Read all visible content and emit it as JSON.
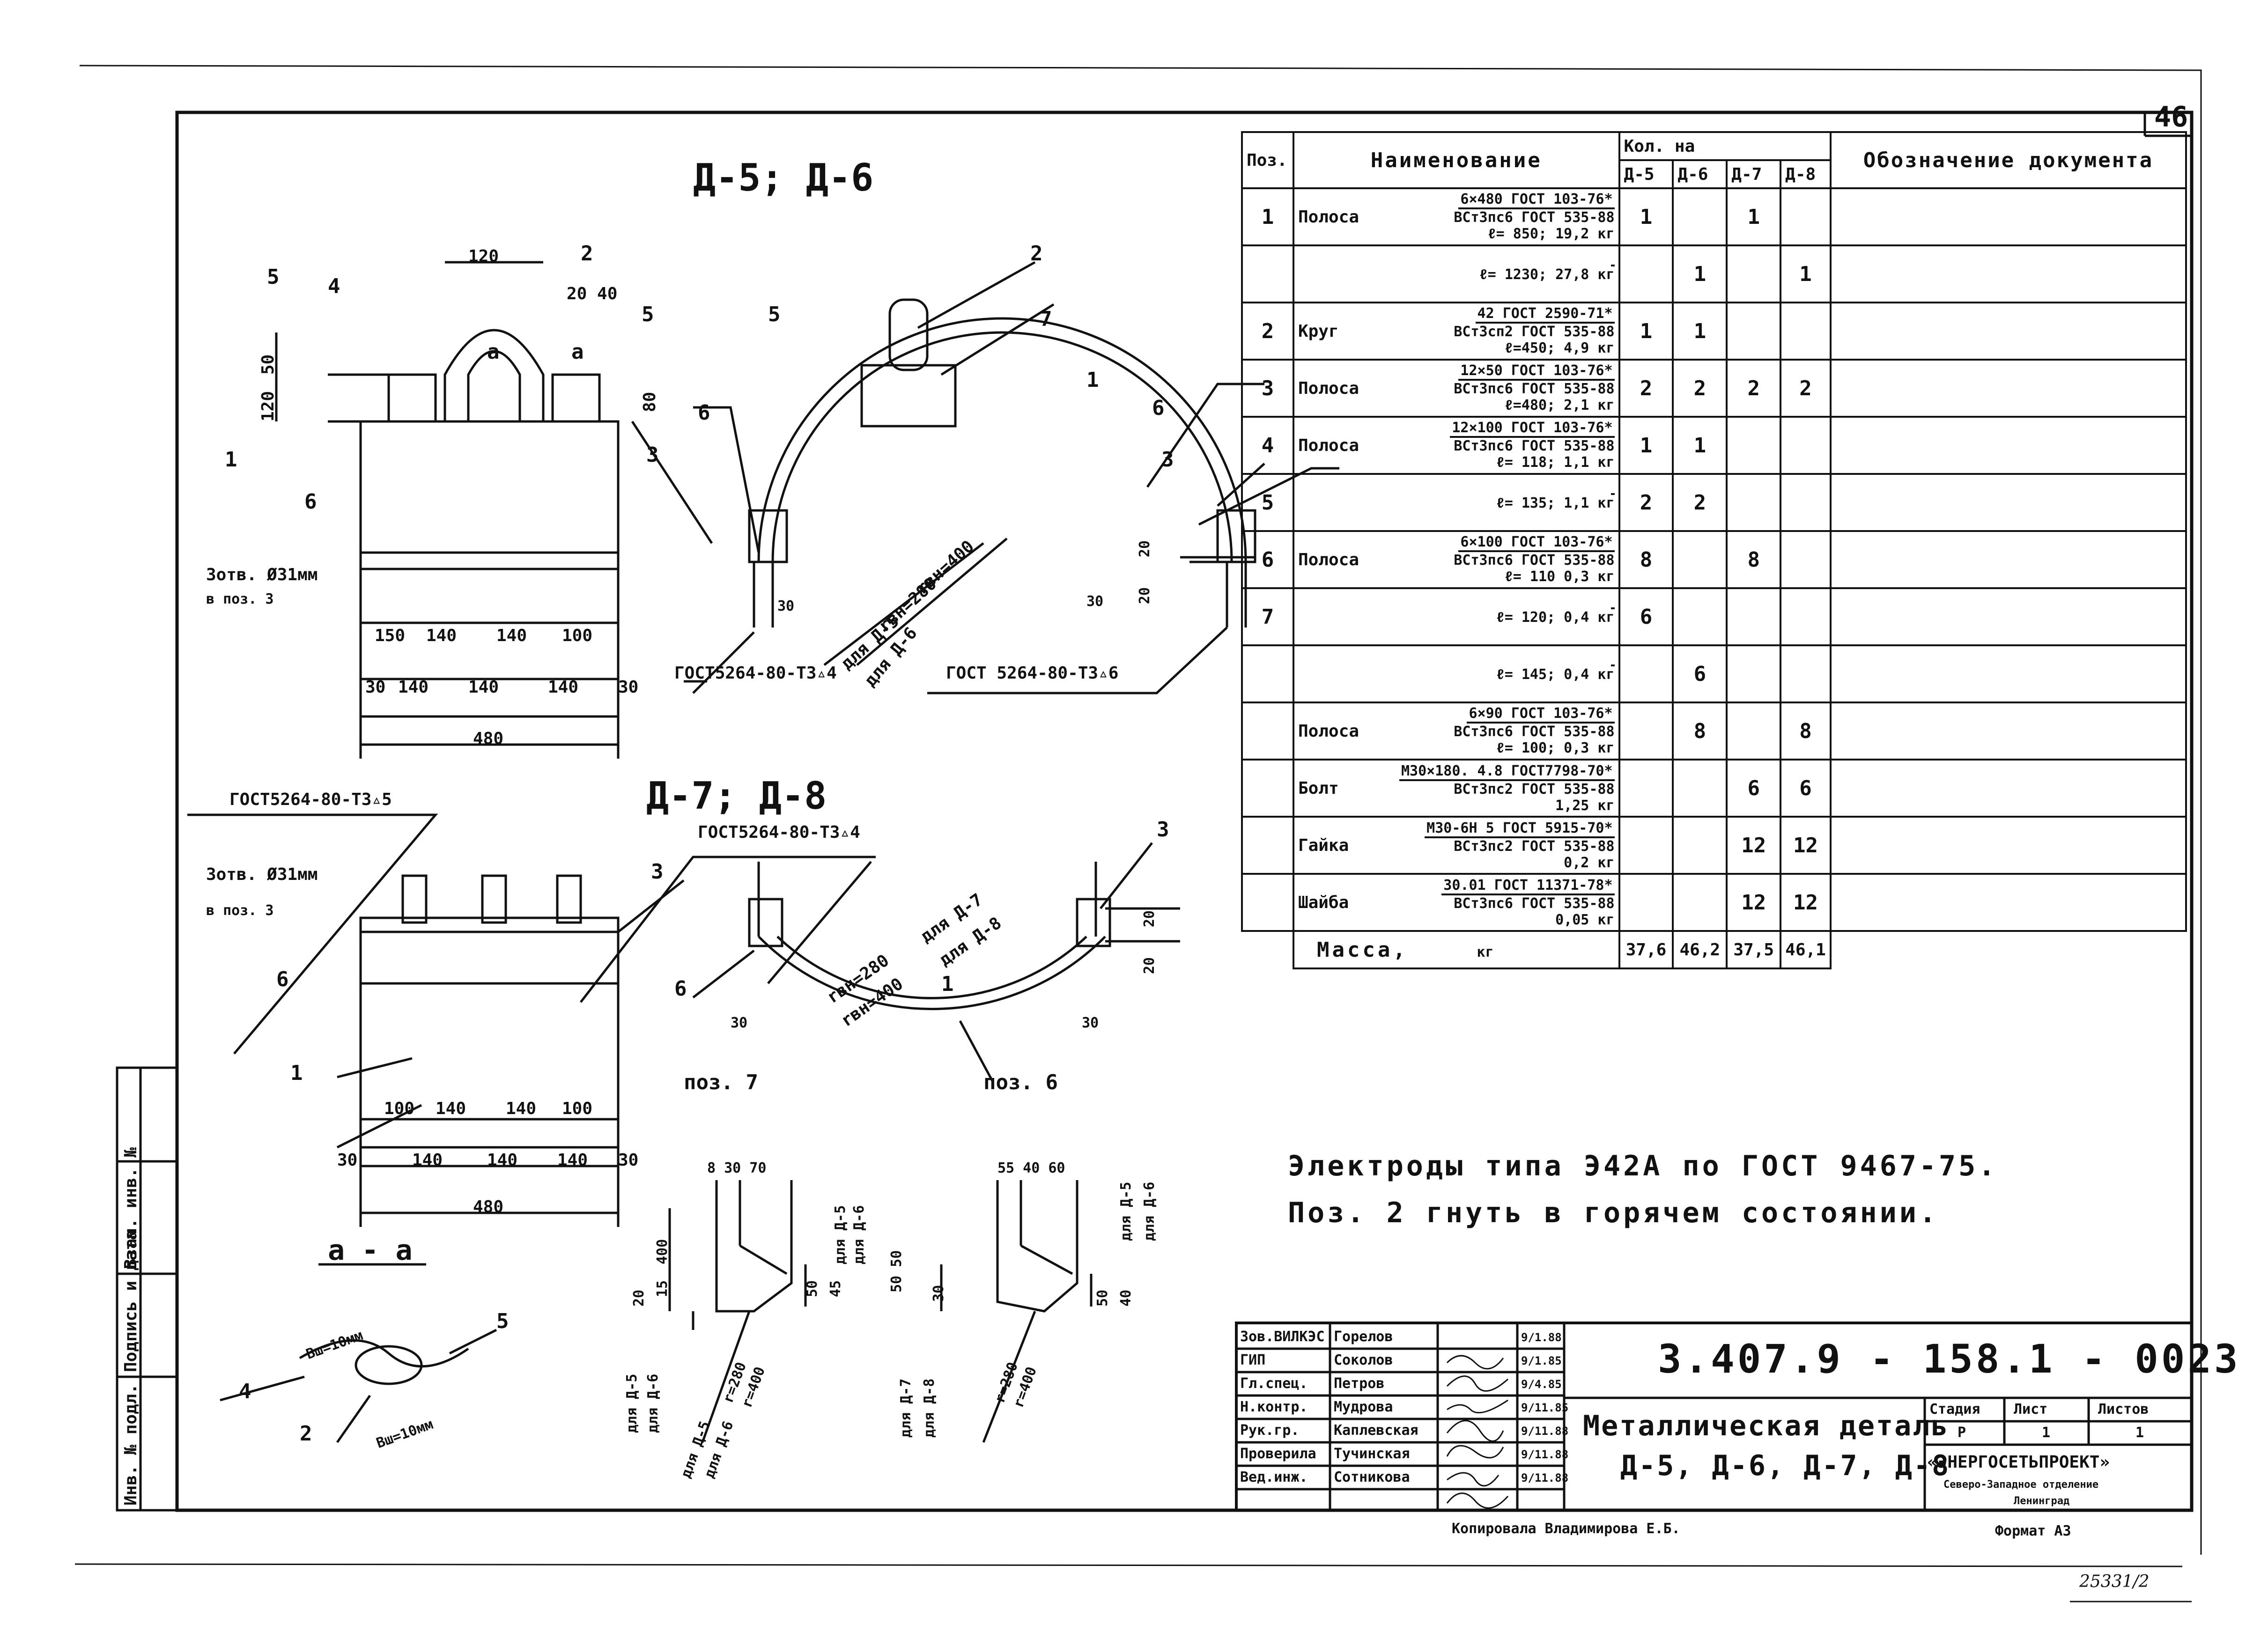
{
  "sheet_number": "46",
  "view_top_left_title": "Д-5; Д-6",
  "view_bottom_left_title": "Д-7; Д-8",
  "section_title": "а - а",
  "pos7_label": "поз. 7",
  "pos6_label": "поз. 6",
  "dims": {
    "d120": "120",
    "d50": "50",
    "d120b": "120",
    "d80": "80",
    "d20_40": "20 40",
    "d150": "150",
    "d140": "140",
    "d100": "100",
    "d30": "30",
    "d480": "480",
    "d100b": "100",
    "d20": "20",
    "r_inner_d5": "rвн=280",
    "r_outer_d5": "rвн=400",
    "for_d5": "для Д-5",
    "for_d6": "для Д-6",
    "for_d7": "для Д-7",
    "for_d8": "для Д-8",
    "hole_top": "3отв. Ø31мм",
    "hole_top2": "в поз. 3",
    "hole_bottom": "3отв. Ø31мм",
    "hole_bottom2": "в поз. 3",
    "weld_t4_1": "ГОСТ5264-80-Т3▵4",
    "weld_t6": "ГОСТ 5264-80-Т3▵6",
    "weld_t5": "ГОСТ5264-80-Т3▵5",
    "weld_t4_2": "ГОСТ5264-80-Т3▵4",
    "bw1": "Вш=10мм",
    "bw2": "Вш=10мм",
    "p7_dims": "8 30 70",
    "p6_dims": "55 40 60",
    "p7_400": "400",
    "p7_15": "15",
    "p7_20": "20",
    "p7_50": "50",
    "p7_45": "45",
    "p6_50": "50",
    "p6_30": "30",
    "p6_40": "40",
    "p6_5050": "50 50",
    "r280": "r=280",
    "r400": "r=400"
  },
  "spec_table": {
    "headers": {
      "pos": "Поз.",
      "name": "Наименование",
      "qty": "Кол. на",
      "qty_cols": [
        "Д-5",
        "Д-6",
        "Д-7",
        "Д-8"
      ],
      "doc": "Обозначение документа"
    },
    "rows": [
      {
        "pos": "1",
        "name": "Полоса",
        "spec_top": "6×480 ГОСТ 103-76*",
        "spec_bottom": "ВСт3пс6 ГОСТ 535-88",
        "extra": "ℓ= 850;     19,2 кг",
        "q": [
          "1",
          "",
          "1",
          ""
        ]
      },
      {
        "pos": "",
        "name": "",
        "spec_top": "",
        "spec_bottom": "",
        "extra": "ℓ= 1230;     27,8 кг",
        "q": [
          "",
          "1",
          "",
          "1"
        ]
      },
      {
        "pos": "2",
        "name": "Круг",
        "spec_top": "42 ГОСТ 2590-71*",
        "spec_bottom": "ВСт3сп2 ГОСТ 535-88",
        "extra": "ℓ=450;        4,9 кг",
        "q": [
          "1",
          "1",
          "",
          ""
        ]
      },
      {
        "pos": "3",
        "name": "Полоса",
        "spec_top": "12×50 ГОСТ 103-76*",
        "spec_bottom": "ВСт3пс6 ГОСТ 535-88",
        "extra": "ℓ=480;        2,1 кг",
        "q": [
          "2",
          "2",
          "2",
          "2"
        ]
      },
      {
        "pos": "4",
        "name": "Полоса",
        "spec_top": "12×100 ГОСТ 103-76*",
        "spec_bottom": "ВСт3пс6 ГОСТ 535-88",
        "extra": "ℓ= 118;        1,1 кг",
        "q": [
          "1",
          "1",
          "",
          ""
        ]
      },
      {
        "pos": "5",
        "name": "",
        "spec_top": "",
        "spec_bottom": "",
        "extra": "ℓ= 135;        1,1 кг",
        "q": [
          "2",
          "2",
          "",
          ""
        ]
      },
      {
        "pos": "6",
        "name": "Полоса",
        "spec_top": "6×100 ГОСТ 103-76*",
        "spec_bottom": "ВСт3пс6 ГОСТ 535-88",
        "extra": "ℓ= 110        0,3 кг",
        "q": [
          "8",
          "",
          "8",
          ""
        ]
      },
      {
        "pos": "7",
        "name": "",
        "spec_top": "",
        "spec_bottom": "",
        "extra": "ℓ= 120;        0,4 кг",
        "q": [
          "6",
          "",
          "",
          ""
        ]
      },
      {
        "pos": "",
        "name": "",
        "spec_top": "",
        "spec_bottom": "",
        "extra": "ℓ= 145;        0,4 кг",
        "q": [
          "",
          "6",
          "",
          ""
        ]
      },
      {
        "pos": "",
        "name": "Полоса",
        "spec_top": "6×90 ГОСТ 103-76*",
        "spec_bottom": "ВСт3пс6 ГОСТ 535-88",
        "extra": "ℓ= 100;        0,3 кг",
        "q": [
          "",
          "8",
          "",
          "8"
        ]
      },
      {
        "pos": "",
        "name": "Болт",
        "spec_top": "М30×180. 4.8 ГОСТ7798-70*",
        "spec_bottom": "ВСт3пс2 ГОСТ 535-88",
        "extra": "1,25 кг",
        "q": [
          "",
          "",
          "6",
          "6"
        ]
      },
      {
        "pos": "",
        "name": "Гайка",
        "spec_top": "М30-6Н 5 ГОСТ 5915-70*",
        "spec_bottom": "ВСт3пс2 ГОСТ 535-88",
        "extra": "0,2 кг",
        "q": [
          "",
          "",
          "12",
          "12"
        ]
      },
      {
        "pos": "",
        "name": "Шайба",
        "spec_top": "30.01 ГОСТ 11371-78*",
        "spec_bottom": "ВСт3пс6 ГОСТ 535-88",
        "extra": "0,05 кг",
        "q": [
          "",
          "",
          "12",
          "12"
        ]
      }
    ],
    "mass_label": "Масса,",
    "mass_unit": "кг",
    "mass_values": [
      "37,6",
      "46,2",
      "37,5",
      "46,1"
    ]
  },
  "notes": [
    "Электроды типа Э42А по ГОСТ 9467-75.",
    "Поз. 2 гнуть в горячем состоянии."
  ],
  "title_block": {
    "code": "3.407.9 - 158.1 - 0023",
    "name_line1": "Металлическая деталь",
    "name_line2": "Д-5, Д-6, Д-7, Д-8",
    "roles": [
      "Зов.ВИЛКЭС",
      "ГИП",
      "Гл.спец.",
      "Н.контр.",
      "Рук.гр.",
      "Проверила",
      "Вед.инж."
    ],
    "names": [
      "Горелов",
      "Соколов",
      "Петров",
      "Мудрова",
      "Каплевская",
      "Тучинская",
      "Сотникова"
    ],
    "dates": [
      "9/1.88",
      "9/1.85",
      "9/4.85",
      "9/11.85",
      "9/11.88",
      "9/11.88",
      "9/11.88"
    ],
    "stage_label": "Стадия",
    "sheet_label": "Лист",
    "sheets_label": "Листов",
    "stage": "Р",
    "sheet": "1",
    "sheets": "1",
    "org": "«ЭНЕРГОСЕТЬПРОЕКТ»",
    "org_sub1": "Северо-Западное отделение",
    "org_sub2": "Ленинград",
    "copied": "Копировала Владимирова Е.Б.",
    "format": "Формат А3",
    "stamp_number": "25331/2"
  },
  "side_stamp": [
    "Инв. № подл.",
    "Подпись и дата",
    "Взам. инв. №"
  ],
  "callouts": {
    "c1": "1",
    "c2": "2",
    "c3": "3",
    "c4": "4",
    "c5": "5",
    "c6": "6",
    "c7": "7",
    "c_a": "а"
  }
}
